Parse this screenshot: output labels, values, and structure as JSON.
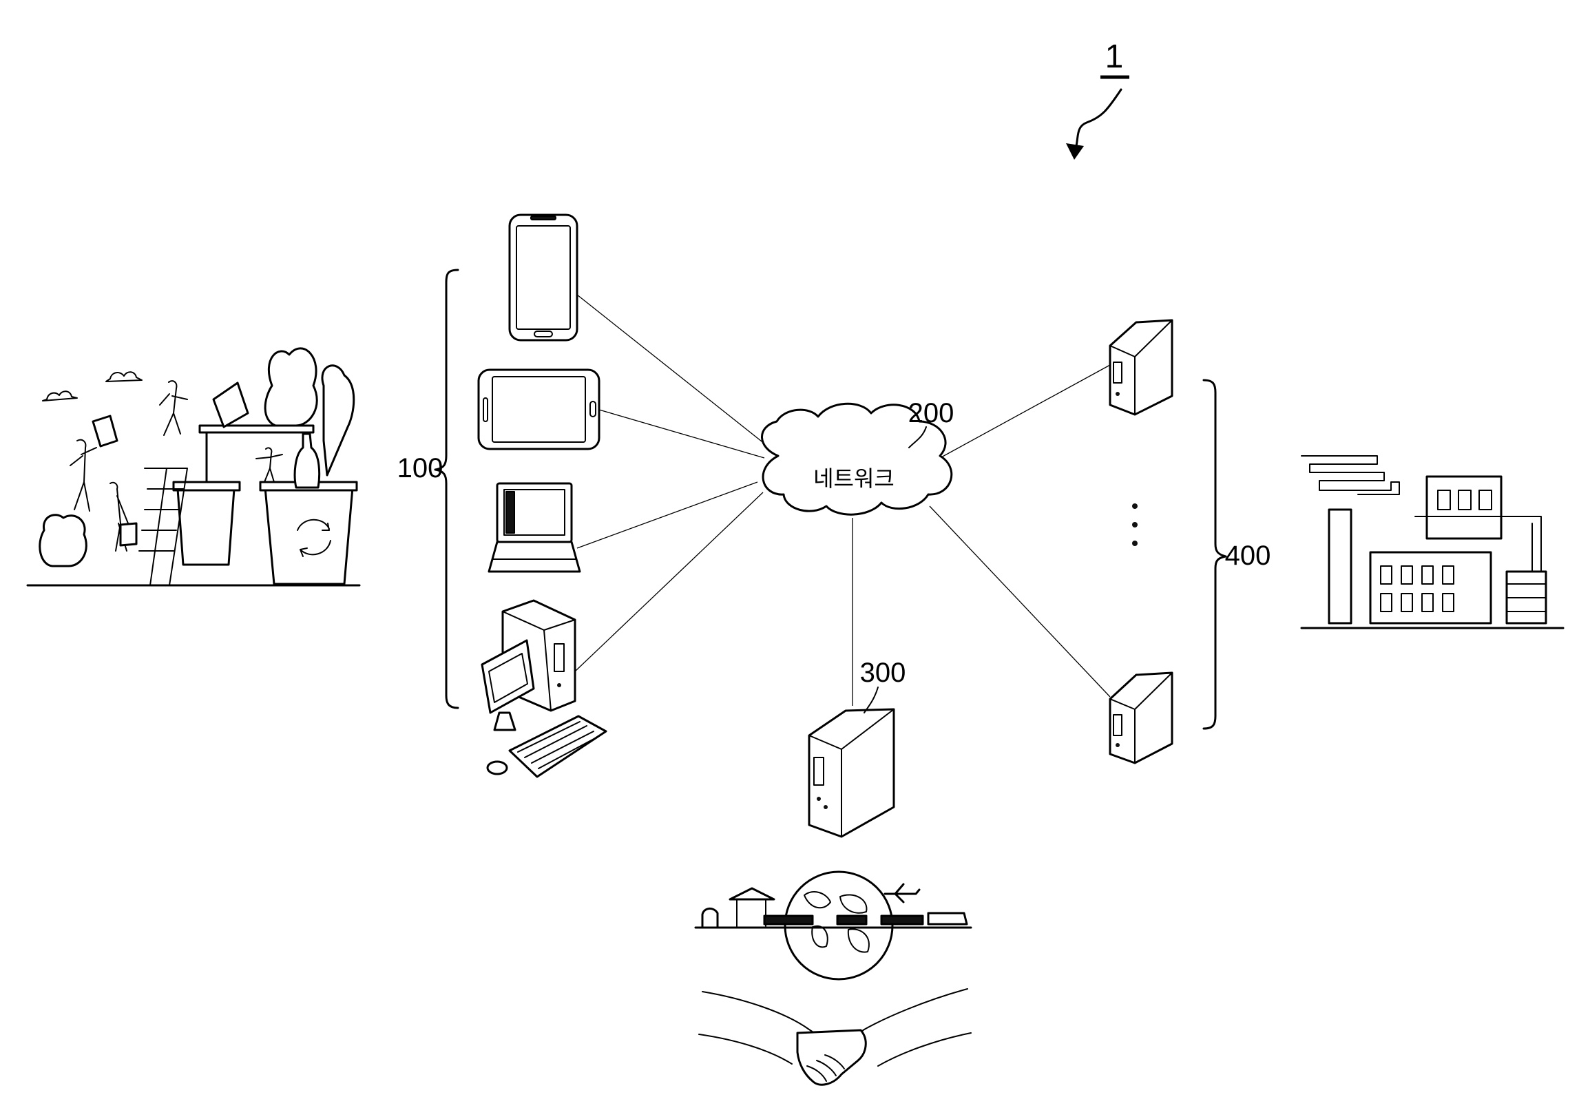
{
  "figure": {
    "system_ref": "1",
    "user_terminals_ref": "100",
    "network_ref": "200",
    "network_label": "네트워크",
    "platform_server_ref": "300",
    "company_servers_ref": "400"
  }
}
